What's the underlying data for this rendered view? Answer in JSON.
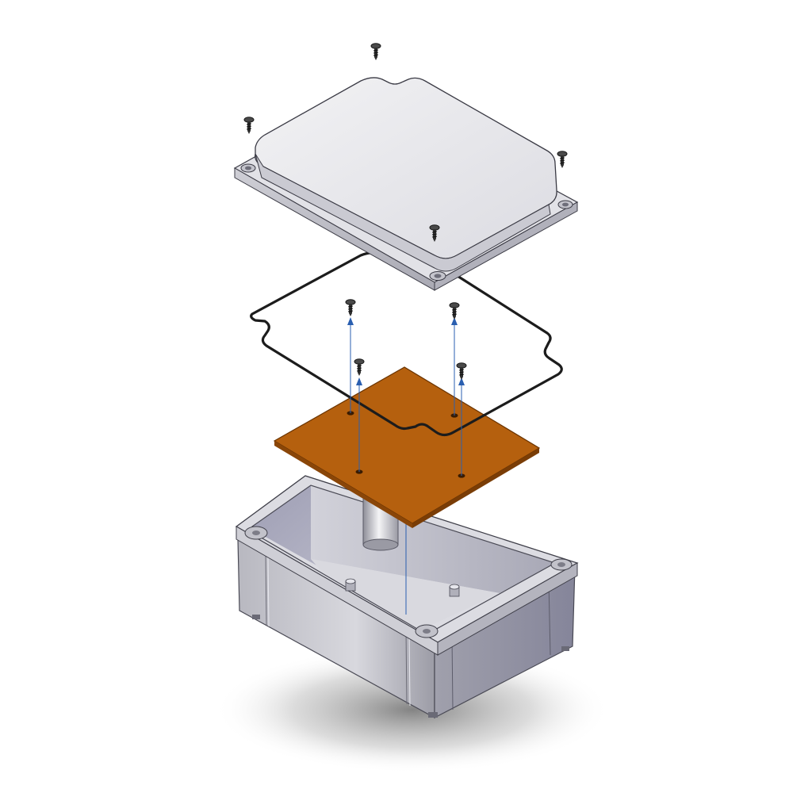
{
  "diagram": {
    "type": "exploded-assembly",
    "parts": [
      {
        "name": "lid",
        "color": "#e6e6ea"
      },
      {
        "name": "gasket",
        "color": "#1c1c1c"
      },
      {
        "name": "mounting-plate",
        "color": "#b5600e"
      },
      {
        "name": "enclosure-base",
        "color": "#c9c9d0"
      },
      {
        "name": "lid-screw",
        "count": 4,
        "color": "#3a3a3a"
      },
      {
        "name": "plate-screw",
        "count": 4,
        "color": "#3a3a3a"
      }
    ],
    "arrow_color": "#2a5fb0",
    "background": "#ffffff"
  }
}
